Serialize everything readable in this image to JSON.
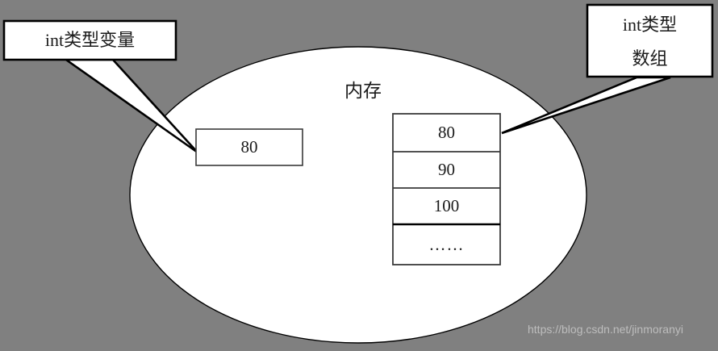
{
  "figure": {
    "title_label": "内存",
    "background_color": "#808080",
    "shape_fill": "#ffffff",
    "stroke_color": "#000000"
  },
  "variable": {
    "name": "int-variable-box",
    "value": "80"
  },
  "array": {
    "name": "int-array-box",
    "cells": [
      {
        "value": "80"
      },
      {
        "value": "90"
      },
      {
        "value": "100"
      },
      {
        "value": "……"
      }
    ]
  },
  "callouts": {
    "left": {
      "text": "int类型变量",
      "points_to": "int-variable-box"
    },
    "right": {
      "line1": "int类型",
      "line2": "数组",
      "points_to": "int-array-box"
    }
  },
  "watermark": {
    "text": "https://blog.csdn.net/jinmoranyi",
    "color": "#bdbdbd"
  }
}
